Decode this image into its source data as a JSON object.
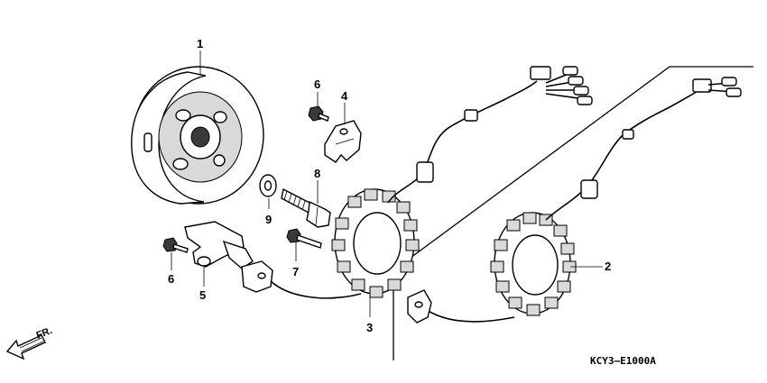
{
  "diagram": {
    "callouts": [
      {
        "id": "1",
        "label": "1"
      },
      {
        "id": "2",
        "label": "2"
      },
      {
        "id": "3",
        "label": "3"
      },
      {
        "id": "4",
        "label": "4"
      },
      {
        "id": "5",
        "label": "5"
      },
      {
        "id": "6a",
        "label": "6"
      },
      {
        "id": "6b",
        "label": "6"
      },
      {
        "id": "7",
        "label": "7"
      },
      {
        "id": "8",
        "label": "8"
      },
      {
        "id": "9",
        "label": "9"
      }
    ],
    "direction_label": "FR.",
    "drawing_code": "KCY3–E1000A"
  }
}
